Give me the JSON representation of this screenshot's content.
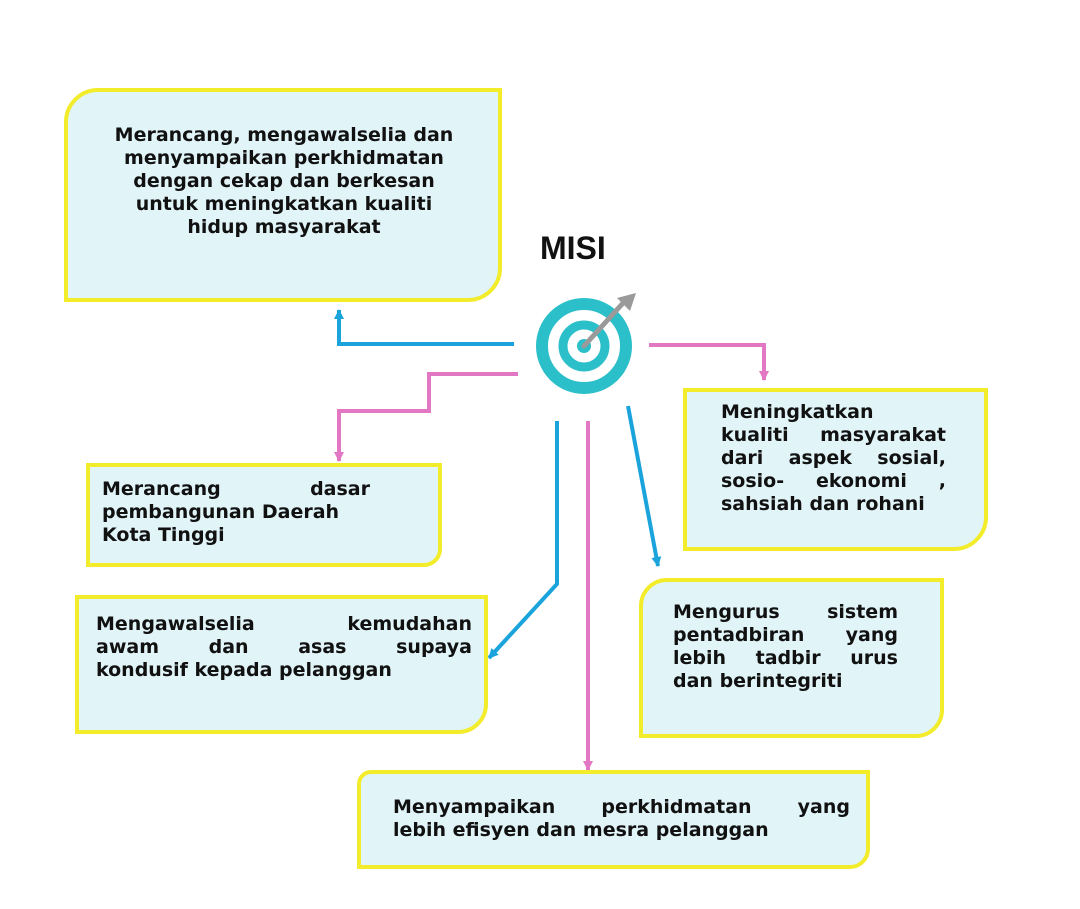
{
  "title": "MISI",
  "icon": "target-with-arrow-icon",
  "colors": {
    "card_fill": "#e1f4f8",
    "card_border": "#f2ec2b",
    "connector_blue": "#1ba4dc",
    "connector_pink": "#e278c4",
    "target_teal": "#2bbfca",
    "arrow_gray": "#9a9a9a"
  },
  "missions": [
    {
      "lines": [
        "Merancang, mengawalselia dan",
        "menyampaikan perkhidmatan",
        "dengan cekap dan berkesan",
        "untuk meningkatkan kualiti",
        "hidup masyarakat"
      ]
    },
    {
      "lines": [
        "Merancang dasar",
        "pembangunan Daerah",
        "Kota Tinggi"
      ]
    },
    {
      "lines": [
        "Mengawalselia kemudahan",
        "awam dan asas supaya",
        "kondusif kepada pelanggan"
      ]
    },
    {
      "lines": [
        "Meningkatkan",
        "kualiti masyarakat",
        "dari aspek sosial,",
        "sosio- ekonomi ,",
        "sahsiah dan rohani"
      ]
    },
    {
      "lines": [
        "Mengurus sistem",
        "pentadbiran yang",
        "lebih tadbir urus",
        "dan berintegriti"
      ]
    },
    {
      "lines": [
        "Menyampaikan perkhidmatan yang",
        "lebih efisyen dan mesra pelanggan"
      ]
    }
  ]
}
